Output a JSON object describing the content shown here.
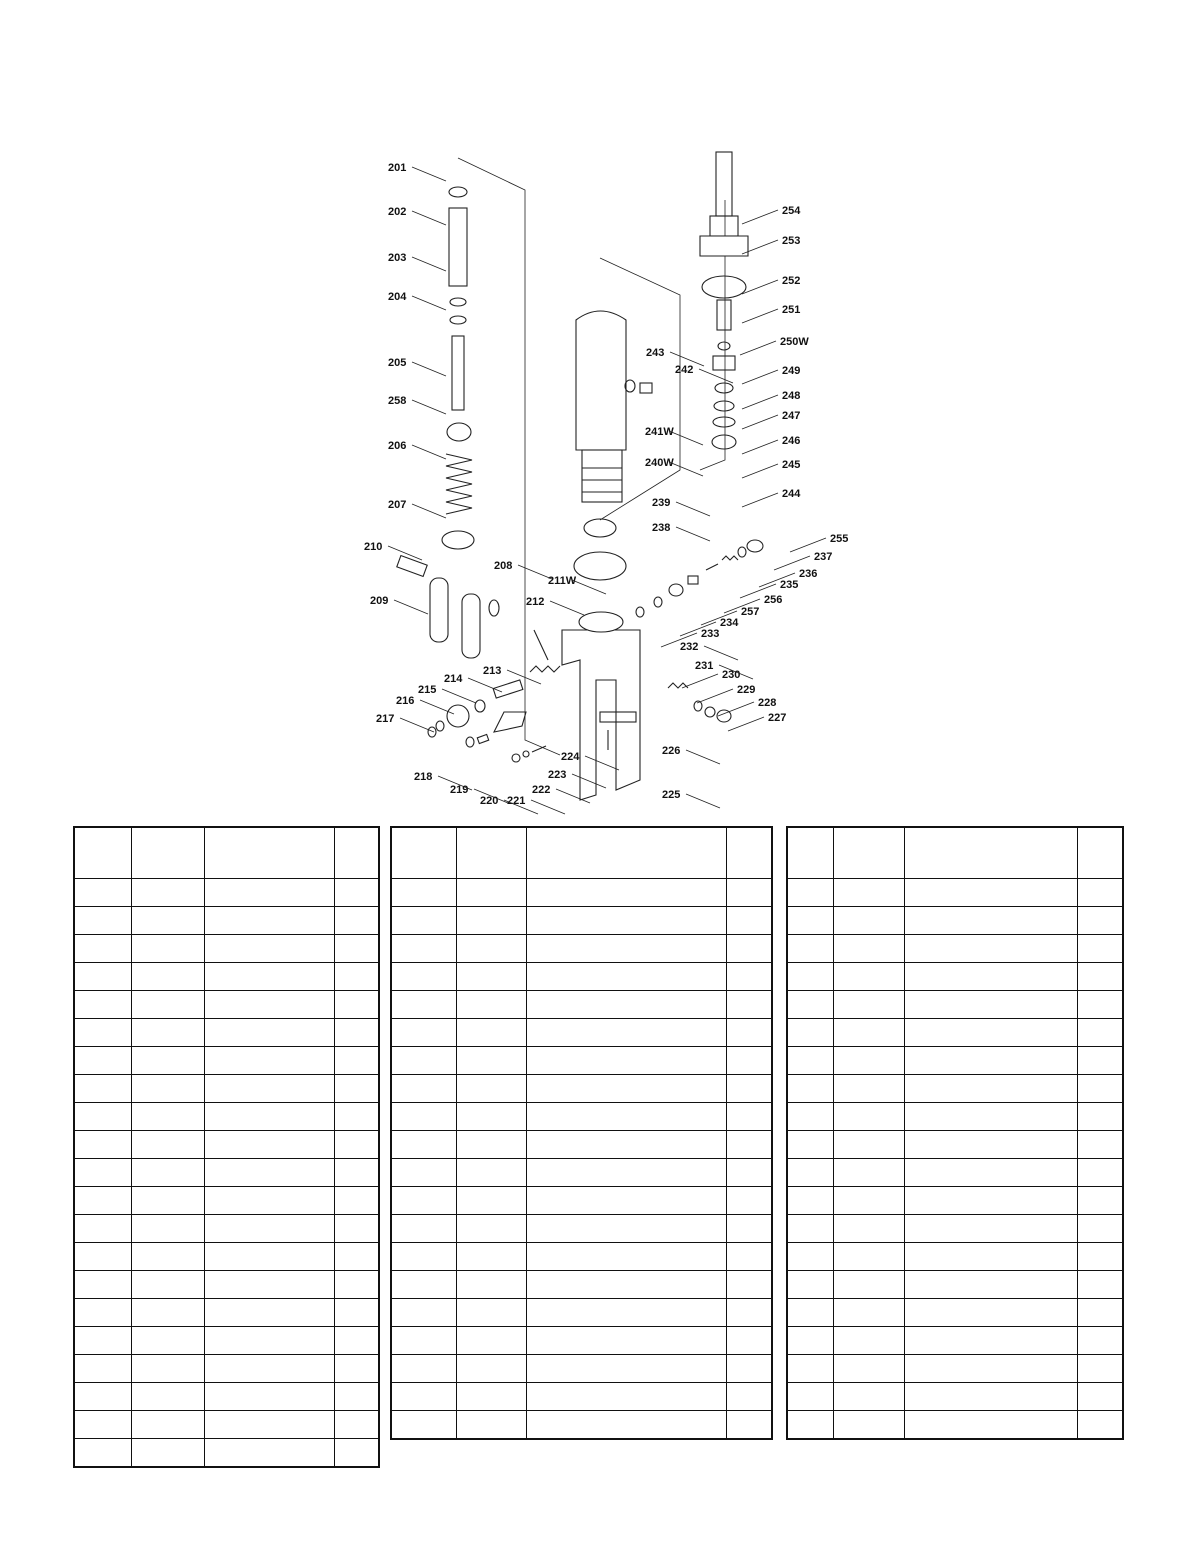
{
  "diagram": {
    "callouts": [
      "201",
      "202",
      "203",
      "204",
      "205",
      "258",
      "206",
      "207",
      "210",
      "208",
      "209",
      "212",
      "211W",
      "213",
      "214",
      "215",
      "216",
      "217",
      "218",
      "219",
      "220",
      "221",
      "222",
      "223",
      "224",
      "226",
      "225",
      "243",
      "242",
      "241W",
      "240W",
      "239",
      "238",
      "254",
      "253",
      "252",
      "251",
      "250W",
      "249",
      "248",
      "247",
      "246",
      "245",
      "244",
      "255",
      "237",
      "236",
      "235",
      "256",
      "257",
      "234",
      "233",
      "232",
      "231",
      "230",
      "229",
      "228",
      "227"
    ]
  },
  "tables": [
    {
      "rows": 21
    },
    {
      "rows": 20
    },
    {
      "rows": 20
    }
  ]
}
